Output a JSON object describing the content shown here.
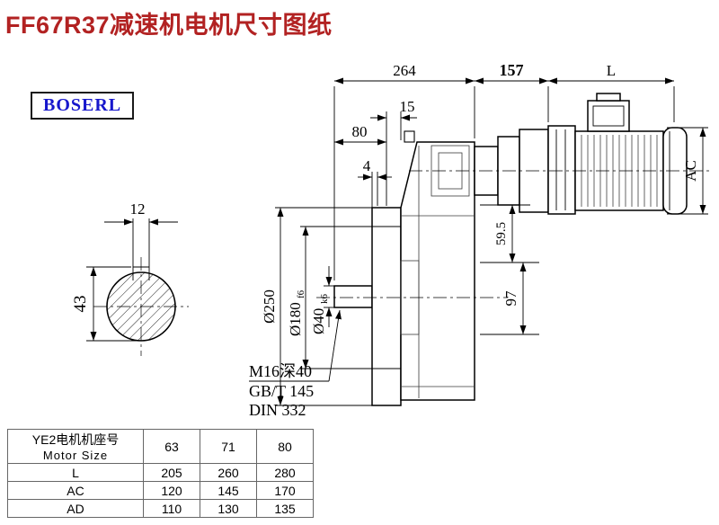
{
  "page": {
    "title": "FF67R37减速机电机尺寸图纸",
    "brand": "BOSERL"
  },
  "drawing": {
    "dims": {
      "top_264": "264",
      "top_157": "157",
      "top_L": "L",
      "d15": "15",
      "d80": "80",
      "d4": "4",
      "d12": "12",
      "d43": "43",
      "dia250": "Ø250",
      "dia180": "Ø180",
      "dia180_fit": "f6",
      "dia40": "Ø40",
      "dia40_fit": "k6",
      "d59_5": "59.5",
      "d97": "97",
      "dAC": "AC"
    },
    "notes": {
      "line1": "M16深40",
      "line2": "GB/T 145",
      "line3": "DIN 332"
    }
  },
  "table": {
    "header": {
      "line1": "YE2电机机座号",
      "line2": "Motor Size"
    },
    "size_columns": [
      "63",
      "71",
      "80"
    ],
    "rows": [
      {
        "label": "L",
        "values": [
          "205",
          "260",
          "280"
        ]
      },
      {
        "label": "AC",
        "values": [
          "120",
          "145",
          "170"
        ]
      },
      {
        "label": "AD",
        "values": [
          "110",
          "130",
          "135"
        ]
      }
    ]
  }
}
